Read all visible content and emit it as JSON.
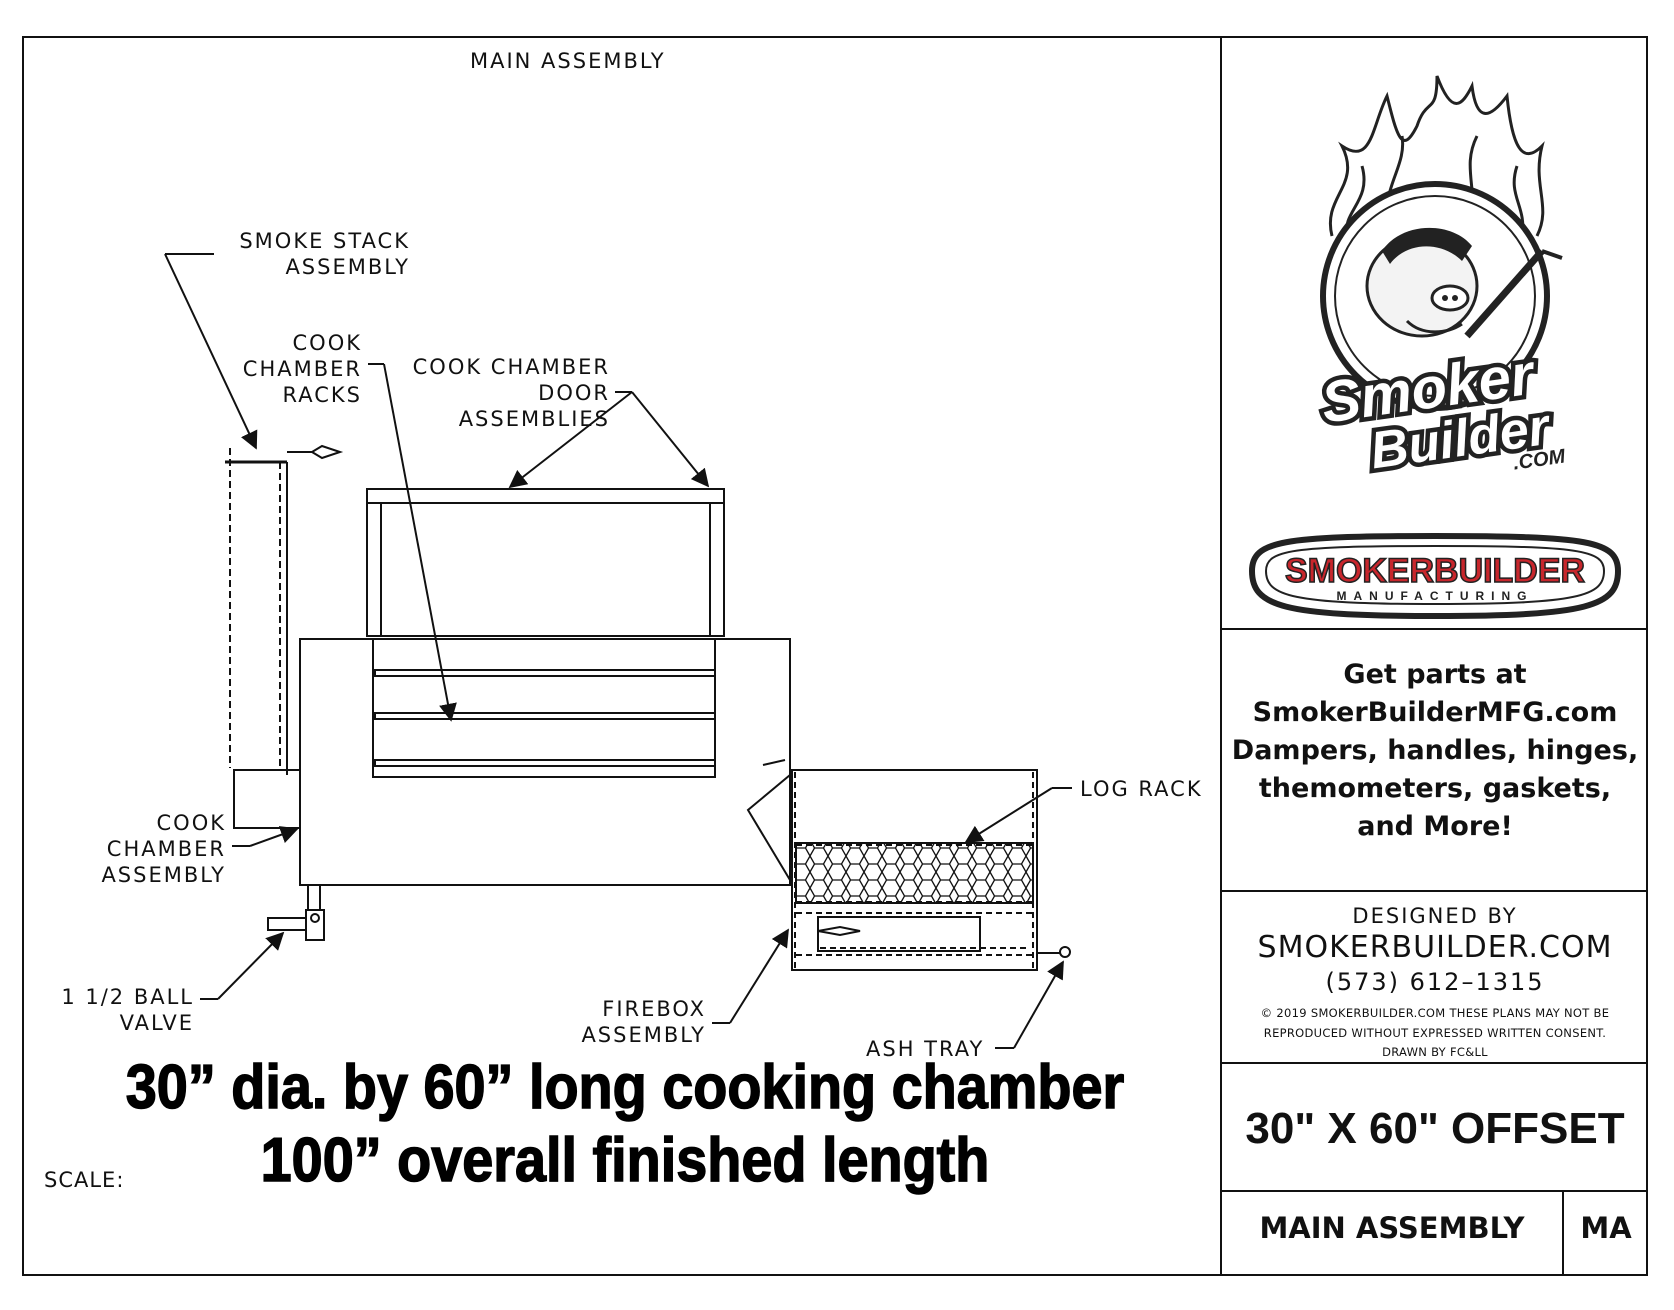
{
  "sheet": {
    "header_title": "MAIN ASSEMBLY",
    "scale_label": "SCALE:"
  },
  "callouts": {
    "smoke_stack": [
      "SMOKE STACK",
      "ASSEMBLY"
    ],
    "cook_chamber_racks": [
      "COOK",
      "CHAMBER",
      "RACKS"
    ],
    "cook_chamber_door": [
      "COOK CHAMBER",
      "DOOR",
      "ASSEMBLIES"
    ],
    "log_rack": "LOG RACK",
    "cook_chamber_assembly": [
      "COOK",
      "CHAMBER",
      "ASSEMBLY"
    ],
    "ball_valve": [
      "1 1/2 BALL",
      "VALVE"
    ],
    "firebox_assembly": [
      "FIREBOX",
      "ASSEMBLY"
    ],
    "ash_tray": "ASH TRAY"
  },
  "headline": {
    "line1": "30” dia. by 60” long cooking chamber",
    "line2": "100” overall finished length"
  },
  "logos": {
    "pig_logo_text": [
      "Smoker",
      "Builder",
      ".COM"
    ],
    "mfg_logo_text": [
      "SMOKERBUILDER",
      "MANUFACTURING"
    ]
  },
  "parts_info": {
    "line1": "Get parts at",
    "line2": "SmokerBuilderMFG.com",
    "line3": "Dampers, handles, hinges,",
    "line4": "themometers, gaskets,",
    "line5": "and More!"
  },
  "designer": {
    "designed_by": "DESIGNED BY",
    "site": "SMOKERBUILDER.COM",
    "phone": "(573) 612–1315",
    "copyright1": "© 2019 SMOKERBUILDER.COM THESE PLANS MAY NOT BE",
    "copyright2": "REPRODUCED WITHOUT EXPRESSED WRITTEN CONSENT.",
    "drawn_by": "DRAWN BY FC&LL"
  },
  "title_block": {
    "drawing_title": "30\" X 60\" OFFSET",
    "sheet_name": "MAIN ASSEMBLY",
    "sheet_code": "MA"
  },
  "colors": {
    "line": "#111111",
    "logo_red": "#c8262c",
    "logo_dark": "#222222"
  }
}
